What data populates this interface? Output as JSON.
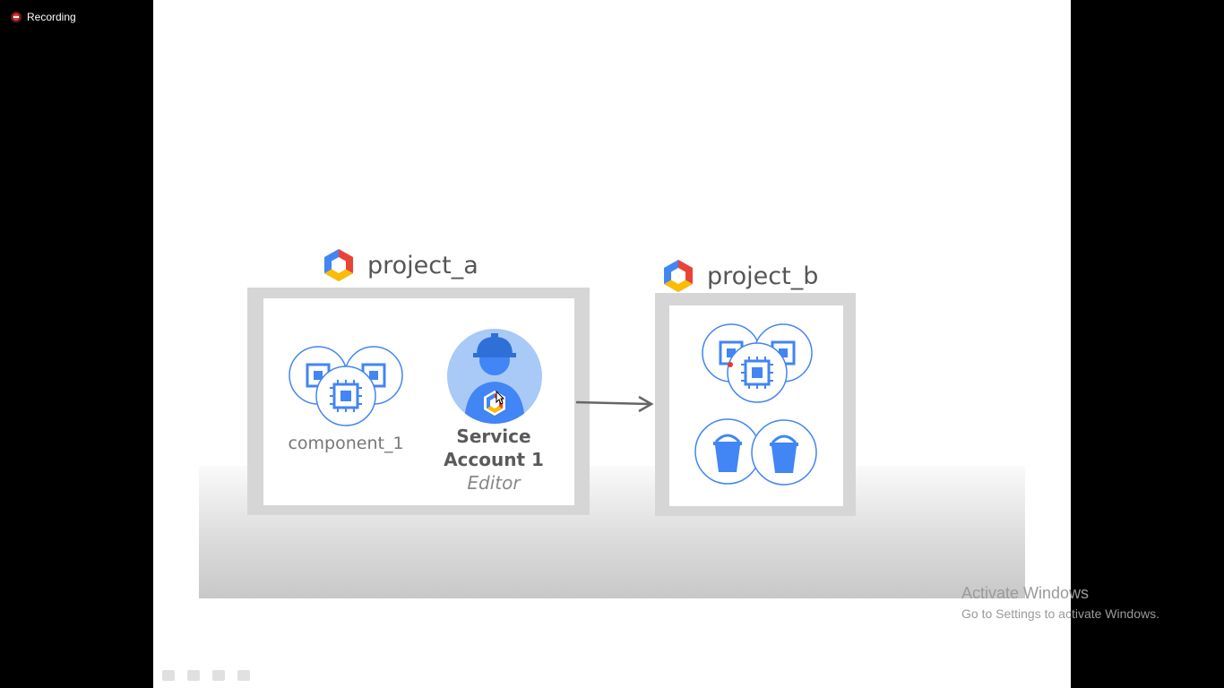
{
  "recording": {
    "label": "Recording"
  },
  "slide": {
    "project_a": {
      "title": "project_a",
      "component_label": "component_1"
    },
    "service_account": {
      "line1": "Service",
      "line2": "Account 1",
      "role": "Editor"
    },
    "project_b": {
      "title": "project_b"
    }
  },
  "watermark": {
    "line1": "Activate Windows",
    "line2": "Go to Settings to activate Windows."
  },
  "colors": {
    "accent_blue": "#4285f4",
    "circle_fill": "#e8f0fe",
    "box_gray": "#d6d6d6"
  }
}
